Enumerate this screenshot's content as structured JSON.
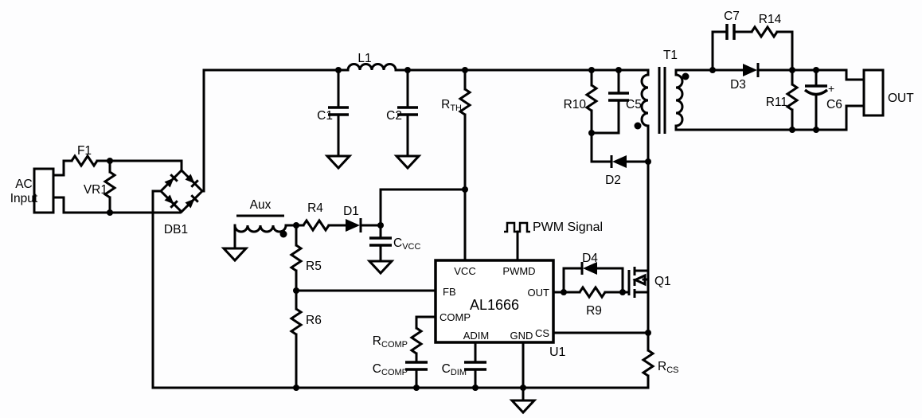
{
  "diagram_title": "",
  "labels": {
    "ac_input": {
      "line1": "AC",
      "line2": "Input"
    },
    "f1": "F1",
    "vr1": "VR1",
    "db1": "DB1",
    "l1": "L1",
    "c1": "C1",
    "c2": "C2",
    "rth": {
      "base": "R",
      "sub": "TH"
    },
    "aux": "Aux",
    "r4": "R4",
    "d1": "D1",
    "cvcc": {
      "base": "C",
      "sub": "VCC"
    },
    "r5": "R5",
    "r6": "R6",
    "rcomp": {
      "base": "R",
      "sub": "COMP"
    },
    "ccomp": {
      "base": "C",
      "sub": "COMP"
    },
    "cdim": {
      "base": "C",
      "sub": "DIM"
    },
    "pwm_signal": "PWM Signal",
    "d4": "D4",
    "r9": "R9",
    "q1": "Q1",
    "rcs": {
      "base": "R",
      "sub": "CS"
    },
    "d2": "D2",
    "r10": "R10",
    "c5": "C5",
    "t1": "T1",
    "d3": "D3",
    "c7": "C7",
    "r14": "R14",
    "r11": "R11",
    "c6": "C6",
    "c6_polarity": "+",
    "out": "OUT"
  },
  "ic": {
    "part": "AL1666",
    "ref": "U1",
    "pins": {
      "vcc": "VCC",
      "pwmd": "PWMD",
      "fb": "FB",
      "comp": "COMP",
      "out": "OUT",
      "cs": "CS",
      "adim": "ADIM",
      "gnd": "GND"
    }
  },
  "colors": {
    "wire": "#000000",
    "text": "#000000",
    "background": "#fdfdfe"
  }
}
